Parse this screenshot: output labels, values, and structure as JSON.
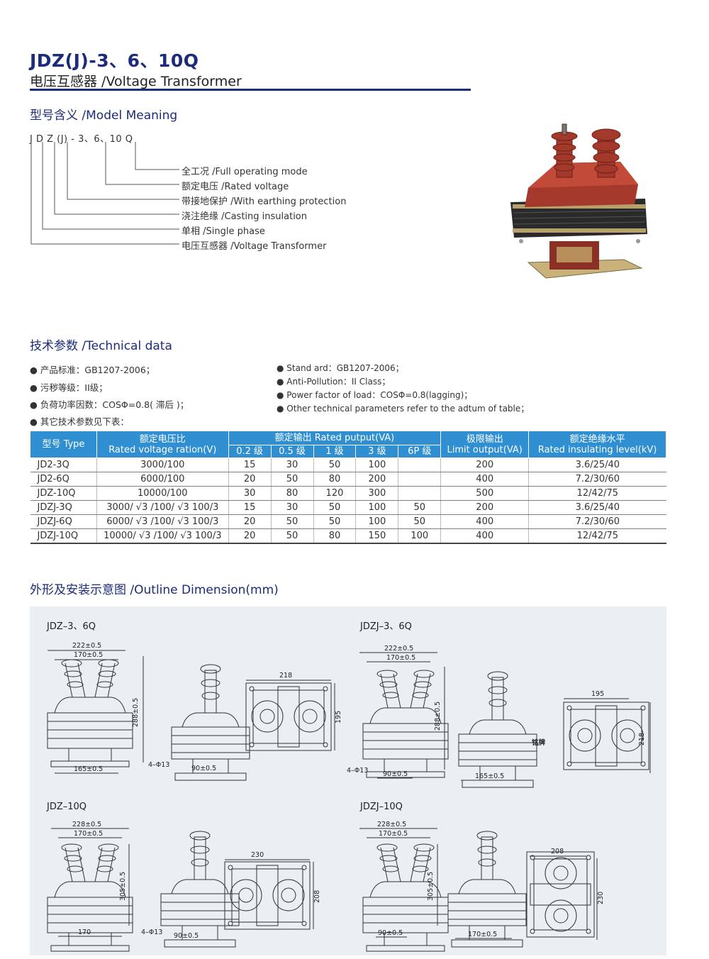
{
  "header": {
    "title": "JDZ(J)-3、6、10Q",
    "subtitle": "电压互感器 /Voltage Transformer"
  },
  "model_meaning": {
    "heading": "型号含义 /Model Meaning",
    "code": "J D Z (J) - 3、6、10 Q",
    "items": [
      "全工况 /Full operating mode",
      "额定电压 /Rated voltage",
      "带接地保护 /With earthing protection",
      "浇注绝缘 /Casting insulation",
      "单相 /Single phase",
      "电压互感器 /Voltage Transformer"
    ]
  },
  "technical": {
    "heading": "技术参数 /Technical data",
    "bullets_cn": [
      "产品标准：GB1207-2006；",
      "污秽等级：II级；",
      "负荷功率因数：COSΦ=0.8( 滞后 )；",
      "其它技术参数见下表："
    ],
    "bullets_en": [
      "Stand ard：GB1207-2006；",
      "Anti-Pollution：II Class；",
      "Power factor of load：COSΦ=0.8(lagging)；",
      "Other technical parameters refer to the adtum of table；"
    ]
  },
  "table": {
    "headers": {
      "type": "型号 Type",
      "ratio_cn": "额定电压比",
      "ratio_en": "Rated voltage ration(V)",
      "output": "额定输出 Rated putput(VA)",
      "classes": [
        "0.2 级",
        "0.5 级",
        "1 级",
        "3 级",
        "6P 级"
      ],
      "limit_cn": "极限输出",
      "limit_en": "Limit output(VA)",
      "insul_cn": "额定绝缘水平",
      "insul_en": "Rated insulating level(kV)"
    },
    "rows": [
      [
        "JD2-3Q",
        "3000/100",
        "15",
        "30",
        "50",
        "100",
        "",
        "200",
        "3.6/25/40"
      ],
      [
        "JD2-6Q",
        "6000/100",
        "20",
        "50",
        "80",
        "200",
        "",
        "400",
        "7.2/30/60"
      ],
      [
        "JDZ-10Q",
        "10000/100",
        "30",
        "80",
        "120",
        "300",
        "",
        "500",
        "12/42/75"
      ],
      [
        "JDZJ-3Q",
        "3000/ √3 /100/ √3 100/3",
        "15",
        "30",
        "50",
        "100",
        "50",
        "200",
        "3.6/25/40"
      ],
      [
        "JDZJ-6Q",
        "6000/ √3 /100/ √3 100/3",
        "20",
        "50",
        "50",
        "100",
        "50",
        "400",
        "7.2/30/60"
      ],
      [
        "JDZJ-10Q",
        "10000/ √3 /100/ √3 100/3",
        "20",
        "50",
        "80",
        "150",
        "100",
        "400",
        "12/42/75"
      ]
    ]
  },
  "outline": {
    "heading": "外形及安装示意图 /Outline Dimension(mm)",
    "groups": [
      {
        "label": "JDZ–3、6Q",
        "dims": [
          "222±0.5",
          "170±0.5",
          "288±0.5",
          "165±0.5",
          "4–Φ13",
          "90±0.5",
          "218",
          "195"
        ]
      },
      {
        "label": "JDZJ–3、6Q",
        "dims": [
          "222±0.5",
          "170±0.5",
          "288±0.5",
          "4–Φ13",
          "90±0.5",
          "165±0.5",
          "195",
          "218",
          "铭牌"
        ]
      },
      {
        "label": "JDZ–10Q",
        "dims": [
          "228±0.5",
          "170±0.5",
          "305±0.5",
          "170",
          "4–Φ13",
          "90±0.5",
          "230",
          "208"
        ]
      },
      {
        "label": "JDZJ–10Q",
        "dims": [
          "228±0.5",
          "170±0.5",
          "305±0.5",
          "90±0.5",
          "170±0.5",
          "208",
          "230"
        ]
      }
    ]
  },
  "colors": {
    "title_blue": "#1c2b7a",
    "table_header": "#2f8fd0",
    "panel_bg": "#e9eff3",
    "insulator": "#a3382b"
  }
}
